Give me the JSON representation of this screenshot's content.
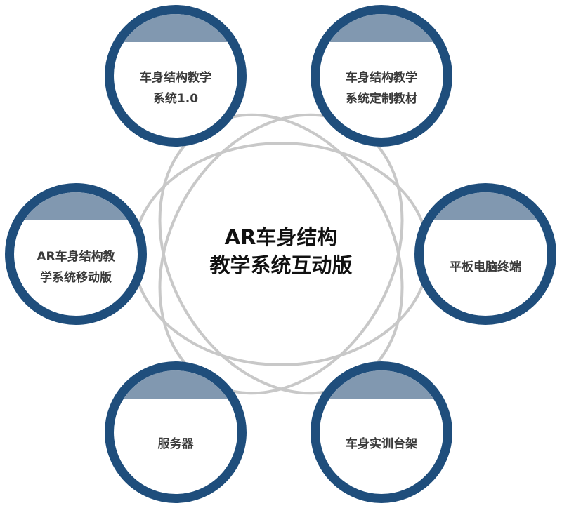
{
  "center": {
    "line1": "AR车身结构",
    "line2": "教学系统互动版"
  },
  "nodes": [
    {
      "id": "top-left",
      "line1": "车身结构教学",
      "line2": "系统1.0"
    },
    {
      "id": "top-right",
      "line1": "车身结构教学",
      "line2": "系统定制教材"
    },
    {
      "id": "mid-left",
      "line1": "AR车身结构教",
      "line2": "学系统移动版"
    },
    {
      "id": "mid-right",
      "line1": "平板电脑终端",
      "line2": ""
    },
    {
      "id": "bottom-left",
      "line1": "服务器",
      "line2": ""
    },
    {
      "id": "bottom-right",
      "line1": "车身实训台架",
      "line2": ""
    }
  ],
  "colors": {
    "ring": "#1f4e7c",
    "cap": "#8198b0",
    "orbit": "#c8c8c8",
    "center_text": "#111111",
    "node_text": "#3a3a3a"
  }
}
